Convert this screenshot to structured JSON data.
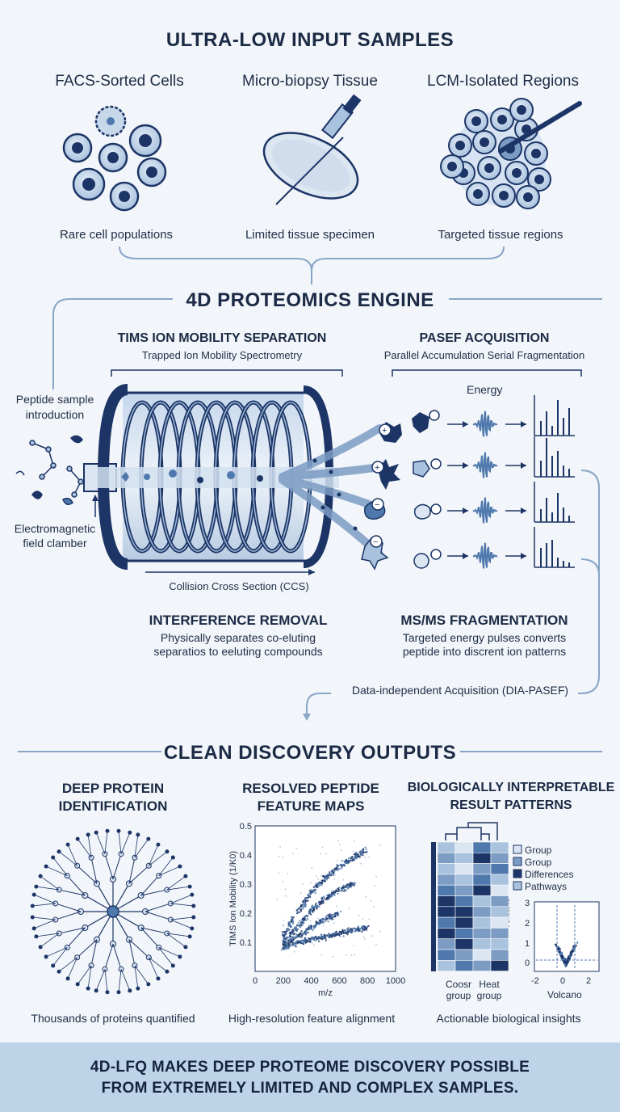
{
  "top": {
    "title": "ULTRA-LOW INPUT SAMPLES",
    "columns": [
      {
        "heading": "FACS-Sorted Cells",
        "caption": "Rare cell populations"
      },
      {
        "heading": "Micro-biopsy Tissue",
        "caption": "Limited tissue specimen"
      },
      {
        "heading": "LCM-Isolated Regions",
        "caption": "Targeted tissue regions"
      }
    ]
  },
  "engine": {
    "title": "4D PROTEOMICS ENGINE",
    "tims_title": "TIMS ION MOBILITY SEPARATION",
    "tims_sub": "Trapped Ion Mobility Spectrometry",
    "pasef_title": "PASEF ACQUISITION",
    "pasef_sub": "Parallel Accumulation Serial Fragmentation",
    "energy_label": "Energy",
    "peptide_label_1": "Peptide sample",
    "peptide_label_2": "introduction",
    "em_label_1": "Electromagnetic",
    "em_label_2": "field clamber",
    "ccs_label": "Collision Cross Section (CCS)",
    "interference_title": "INTERFERENCE REMOVAL",
    "interference_1": "Physically separates co-eluting",
    "interference_2": "separatios to eeluting compounds",
    "msms_title": "MS/MS FRAGMENTATION",
    "msms_1": "Targeted energy pulses converts",
    "msms_2": "peptide into discrent ion patterns",
    "dia_label": "Data-independent Acquisition (DIA-PASEF)"
  },
  "outputs": {
    "title": "CLEAN DISCOVERY OUTPUTS",
    "deep_title_1": "DEEP PROTEIN",
    "deep_title_2": "IDENTIFICATION",
    "deep_caption": "Thousands of proteins quantified",
    "resolved_title_1": "RESOLVED PEPTIDE",
    "resolved_title_2": "FEATURE MAPS",
    "resolved_caption": "High-resolution feature alignment",
    "bio_title_1": "BIOLOGICALLY INTERPRETABLE",
    "bio_title_2": "RESULT PATTERNS",
    "bio_caption": "Actionable biological insights",
    "legend": [
      "Group",
      "Group",
      "Differences",
      "Pathways"
    ],
    "heatmap_col_1": "Coosr",
    "heatmap_col_1b": "group",
    "heatmap_col_2": "Heat",
    "heatmap_col_2b": "group",
    "volcano_ylabel": "Volcane",
    "volcano_xlabel": "Volcano",
    "volcano_yticks": [
      "3",
      "2",
      "1",
      "0"
    ],
    "volcano_xticks": [
      "-2",
      "0",
      "2"
    ]
  },
  "chart_data": {
    "type": "scatter",
    "title": "",
    "xlabel": "m/z",
    "ylabel": "TIMS Ion Mobility (1/K0)",
    "xlim": [
      0,
      1000
    ],
    "ylim": [
      0,
      0.5
    ],
    "xticks": [
      "0",
      "200",
      "400",
      "600",
      "800",
      "1000"
    ],
    "yticks": [
      "0.5",
      "0.4",
      "0.3",
      "0.2",
      "0.1"
    ],
    "grid": false,
    "series": [
      {
        "x": [
          200,
          300,
          400,
          500,
          600,
          700,
          800
        ],
        "y": [
          0.12,
          0.2,
          0.27,
          0.32,
          0.36,
          0.39,
          0.42
        ]
      },
      {
        "x": [
          200,
          300,
          400,
          500,
          600,
          700
        ],
        "y": [
          0.1,
          0.15,
          0.21,
          0.25,
          0.28,
          0.3
        ]
      },
      {
        "x": [
          200,
          300,
          400,
          500,
          600
        ],
        "y": [
          0.09,
          0.12,
          0.15,
          0.18,
          0.2
        ]
      },
      {
        "x": [
          200,
          300,
          400,
          500,
          600,
          700,
          800
        ],
        "y": [
          0.08,
          0.1,
          0.11,
          0.12,
          0.13,
          0.14,
          0.15
        ]
      }
    ]
  },
  "footer": {
    "line1": "4D-LFQ MAKES DEEP PROTEOME DISCOVERY POSSIBLE",
    "line2": "FROM EXTREMELY LIMITED AND COMPLEX SAMPLES."
  },
  "colors": {
    "navy": "#1c3566",
    "mid": "#4f79ad",
    "light": "#a9c2de",
    "pale": "#dbe6f2",
    "footer": "#bcd3e8"
  }
}
